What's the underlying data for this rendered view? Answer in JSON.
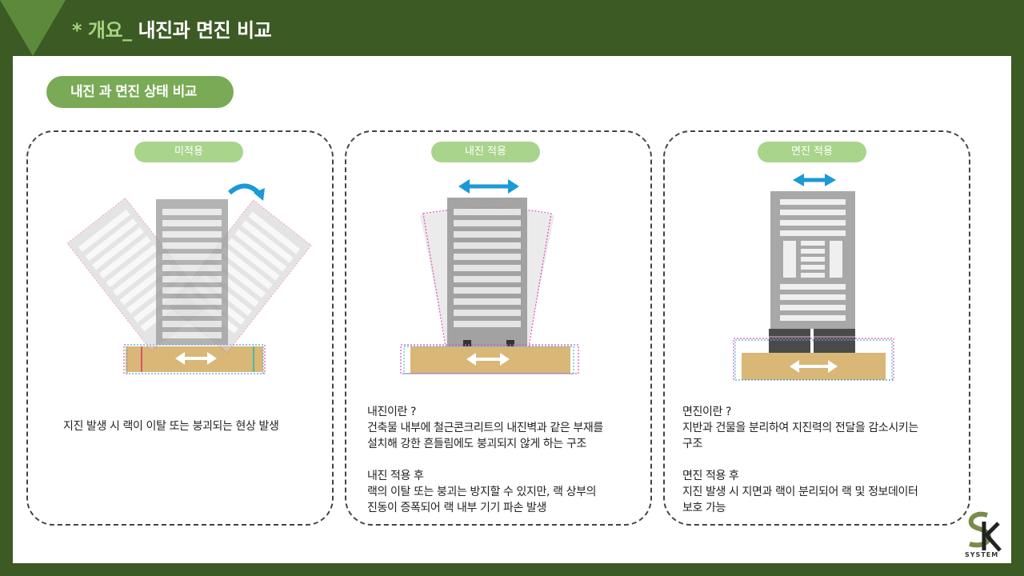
{
  "header": {
    "prefix": "* 개요_",
    "title": "내진과 면진 비교"
  },
  "section_pill": "내진 과 면진 상태 비교",
  "cards": [
    {
      "label": "미적용",
      "lines": [
        "지진 발생 시 랙이 이탈 또는 붕괴되는 현상 발생"
      ]
    },
    {
      "label": "내진 적용",
      "block1": [
        "내진이란 ?",
        "건축물 내부에 철근콘크리트의 내진벽과 같은 부재를",
        "설치해 강한 흔들림에도 붕괴되지 않게 하는 구조"
      ],
      "block2": [
        "내진 적용 후",
        "랙의 이탈 또는 붕괴는 방지할 수 있지만, 랙 상부의",
        "진동이 증폭되어 랙 내부 기기 파손 발생"
      ]
    },
    {
      "label": "면진 적용",
      "block1": [
        "면진이란 ?",
        "지반과 건물을 분리하여 지진력의 전달을 감소시키는",
        "구조"
      ],
      "block2": [
        "면진 적용 후",
        "지진 발생 시 지면과 랙이 분리되어 랙 및 정보데이터",
        "보호 가능"
      ]
    }
  ],
  "logo": {
    "text": "SYSTEM"
  },
  "colors": {
    "frame": "#3b5a24",
    "accent": "#7aaa55",
    "pill": "#a9d48c",
    "arrow": "#1a9ad6",
    "base": "#d8b777",
    "outline": "#e34fb4"
  }
}
